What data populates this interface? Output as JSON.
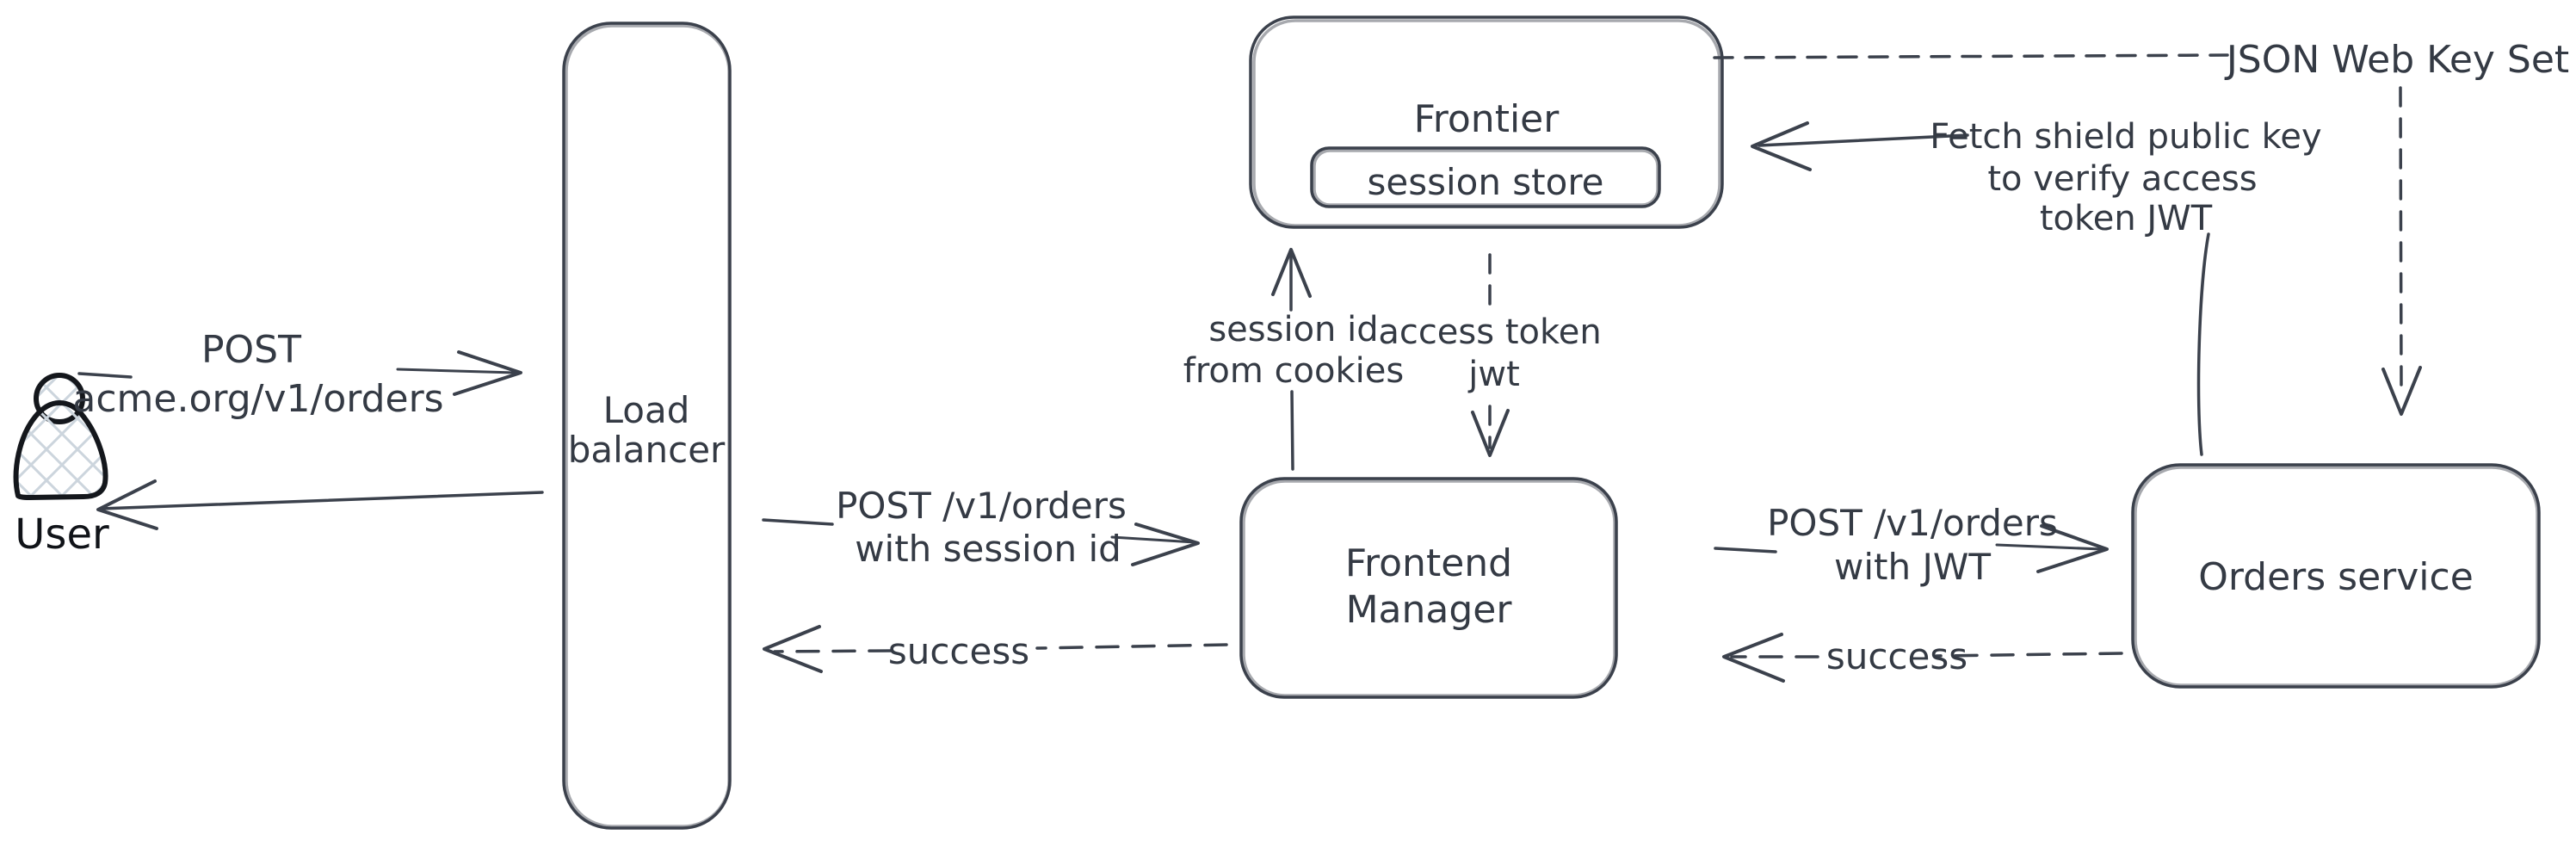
{
  "diagram": {
    "nodes": {
      "user": {
        "label": "User"
      },
      "load_balancer": {
        "line1": "Load",
        "line2": "balancer"
      },
      "frontier": {
        "label": "Frontier",
        "store_label": "session store"
      },
      "frontend_manager": {
        "line1": "Frontend",
        "line2": "Manager"
      },
      "orders_service": {
        "label": "Orders service"
      },
      "jwks": {
        "label": "JSON Web Key Set"
      }
    },
    "arrows": {
      "user_post": {
        "line1": "POST",
        "line2": "acme.org/v1/orders"
      },
      "lb_to_fm": {
        "line1": "POST /v1/orders",
        "line2": "with session id"
      },
      "fm_to_orders": {
        "line1": "POST /v1/orders",
        "line2": "with JWT"
      },
      "session_id_up": {
        "line1": "session id",
        "line2": "from cookies"
      },
      "access_token_down": {
        "line1": "access token",
        "line2": "jwt"
      },
      "fetch_key": {
        "line1": "Fetch shield public key",
        "line2": "to verify access",
        "line3": "token JWT"
      },
      "success_left": {
        "label": "success"
      },
      "success_right": {
        "label": "success"
      }
    },
    "colors": {
      "stroke": "#3b414c",
      "text": "#343a44",
      "user_outline": "#14171c",
      "user_hatch": "#ccd5dd",
      "background": "#ffffff"
    }
  }
}
